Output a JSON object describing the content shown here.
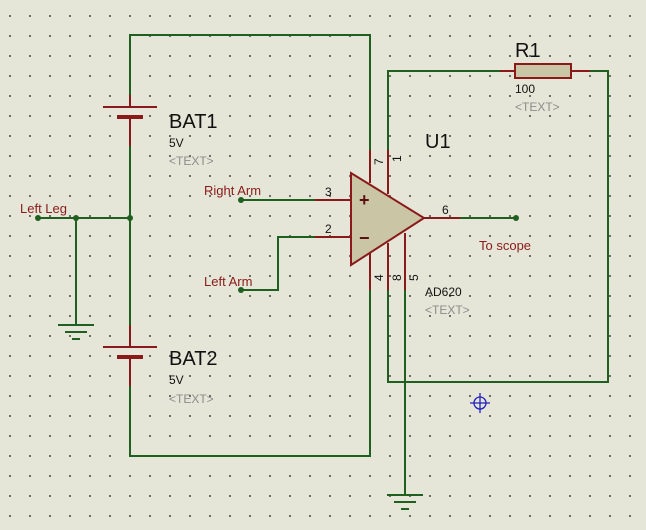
{
  "components": {
    "bat1": {
      "ref": "BAT1",
      "value": "5V",
      "text": "<TEXT>"
    },
    "bat2": {
      "ref": "BAT2",
      "value": "5V",
      "text": "<TEXT>"
    },
    "r1": {
      "ref": "R1",
      "value": "100",
      "text": "<TEXT>"
    },
    "u1": {
      "ref": "U1",
      "value": "AD620",
      "text": "<TEXT>",
      "plus_symbol": "+",
      "minus_symbol": "−"
    }
  },
  "net_labels": {
    "left_leg": "Left Leg",
    "right_arm": "Right Arm",
    "left_arm": "Left Arm",
    "to_scope": "To scope"
  },
  "pins": {
    "p1": "1",
    "p2": "2",
    "p3": "3",
    "p4": "4",
    "p5": "5",
    "p6": "6",
    "p7": "7",
    "p8": "8"
  },
  "colors": {
    "wire": "#1f5f1f",
    "component": "#8a1a1a",
    "component_fill": "#c9c5a5",
    "placeholder_text": "#8c8c8c",
    "background": "#e6e6d8",
    "marker": "#2020c0"
  },
  "icons": {
    "ground": "ground-icon",
    "origin_marker": "crosshair-marker-icon"
  }
}
